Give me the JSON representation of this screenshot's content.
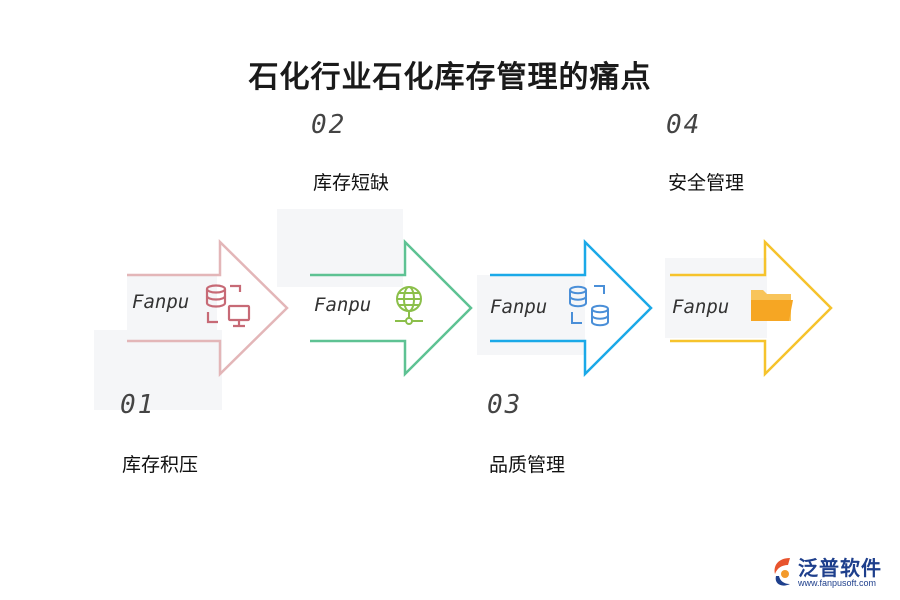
{
  "title": "石化行业石化库存管理的痛点",
  "steps": [
    {
      "number": "01",
      "label": "库存积压",
      "watermark": "Fanpu",
      "icon": "database-monitor-icon",
      "color": "#e3b6b8",
      "icon_color": "#c76a76"
    },
    {
      "number": "02",
      "label": "库存短缺",
      "watermark": "Fanpu",
      "icon": "globe-network-icon",
      "color": "#5ec293",
      "icon_color": "#8bbf4a"
    },
    {
      "number": "03",
      "label": "品质管理",
      "watermark": "Fanpu",
      "icon": "database-sync-icon",
      "color": "#1ba9e8",
      "icon_color": "#4a8fd8"
    },
    {
      "number": "04",
      "label": "安全管理",
      "watermark": "Fanpu",
      "icon": "folder-icon",
      "color": "#f6c32c",
      "icon_color": "#f6a623"
    }
  ],
  "logo": {
    "name": "泛普软件",
    "url": "www.fanpusoft.com"
  }
}
